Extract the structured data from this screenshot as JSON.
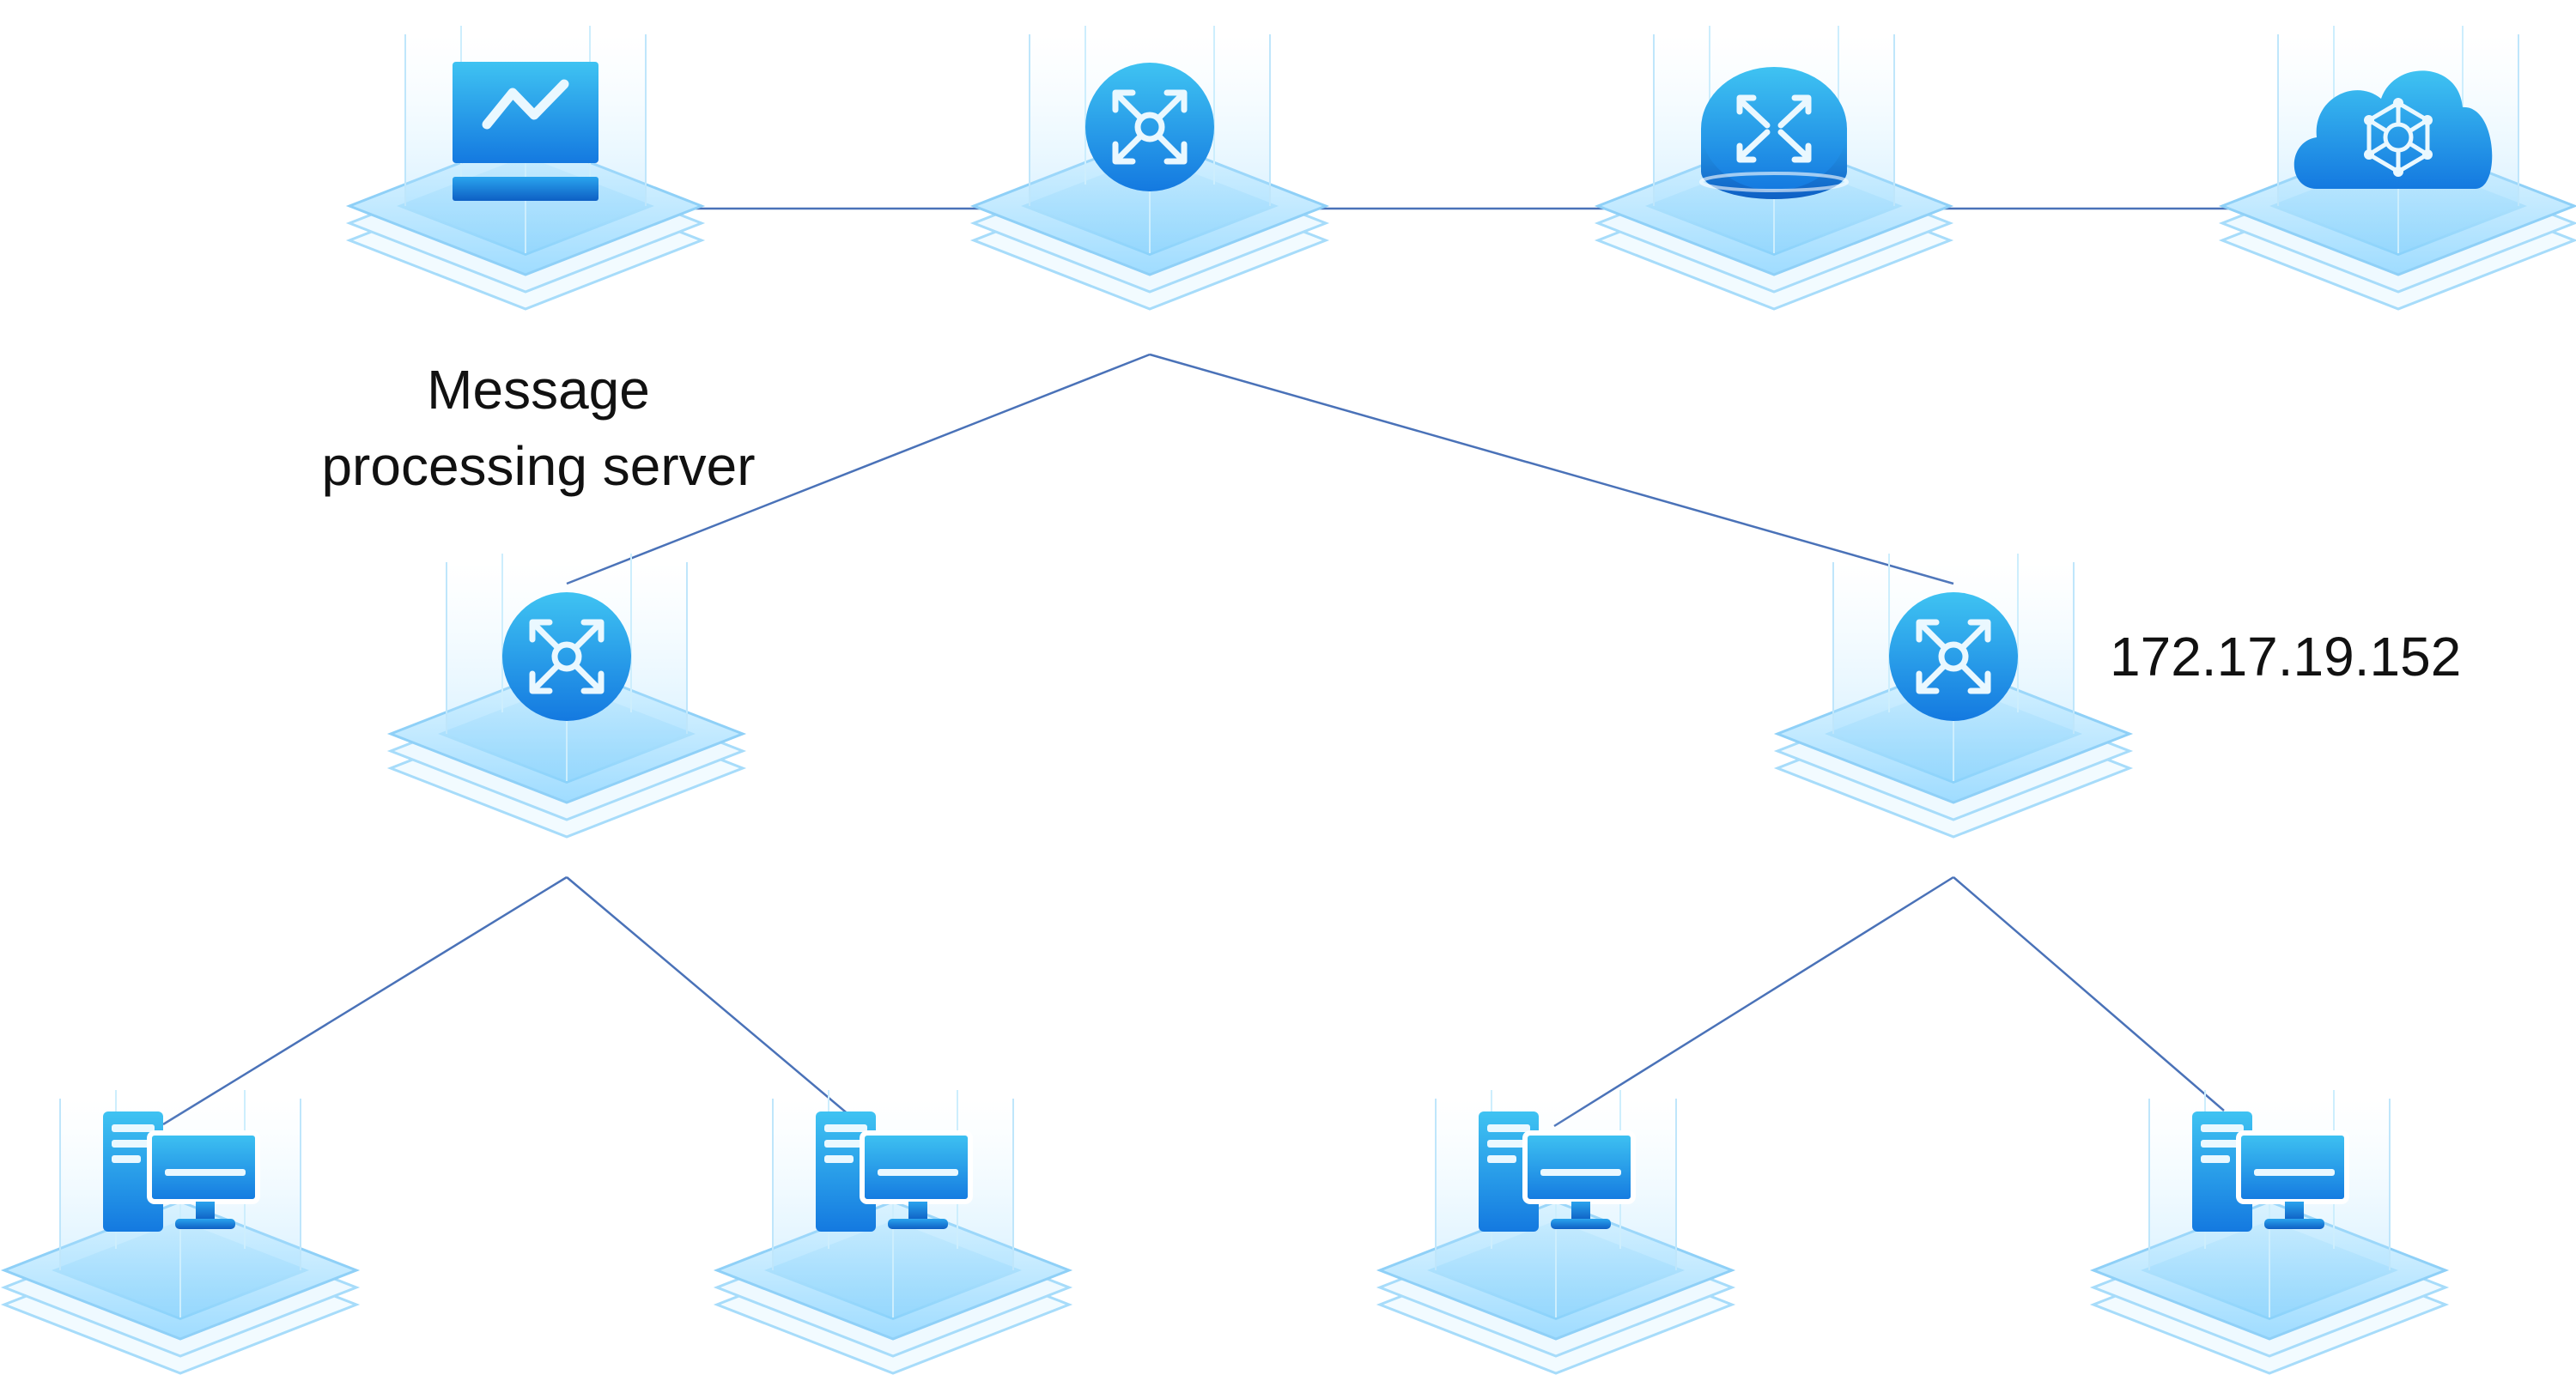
{
  "diagram": {
    "labels": {
      "message_server_line1": "Message",
      "message_server_line2": "processing server",
      "switch_right_ip": "172.17.19.152"
    },
    "nodes": [
      {
        "id": "message-server",
        "icon": "monitor-chart-icon"
      },
      {
        "id": "core-switch",
        "icon": "switch-icon"
      },
      {
        "id": "router",
        "icon": "router-icon"
      },
      {
        "id": "cloud",
        "icon": "cloud-network-icon"
      },
      {
        "id": "switch-left",
        "icon": "switch-icon"
      },
      {
        "id": "switch-right",
        "icon": "switch-icon"
      },
      {
        "id": "pc-1",
        "icon": "desktop-pc-icon"
      },
      {
        "id": "pc-2",
        "icon": "desktop-pc-icon"
      },
      {
        "id": "pc-3",
        "icon": "desktop-pc-icon"
      },
      {
        "id": "pc-4",
        "icon": "desktop-pc-icon"
      }
    ],
    "edges": [
      {
        "from": "message-server",
        "to": "core-switch"
      },
      {
        "from": "core-switch",
        "to": "router"
      },
      {
        "from": "router",
        "to": "cloud"
      },
      {
        "from": "core-switch",
        "to": "switch-left"
      },
      {
        "from": "core-switch",
        "to": "switch-right"
      },
      {
        "from": "switch-left",
        "to": "pc-1"
      },
      {
        "from": "switch-left",
        "to": "pc-2"
      },
      {
        "from": "switch-right",
        "to": "pc-3"
      },
      {
        "from": "switch-right",
        "to": "pc-4"
      }
    ],
    "colors": {
      "line": "#4a72b8",
      "icon_light": "#3fc3f2",
      "icon_dark": "#1479e0",
      "platform_light": "#d9f3ff",
      "platform_mid": "#a9e0ff",
      "platform_stroke": "#8fd0f7",
      "glow": "#bfe9ff",
      "icon_detail": "#eaf8ff"
    }
  }
}
